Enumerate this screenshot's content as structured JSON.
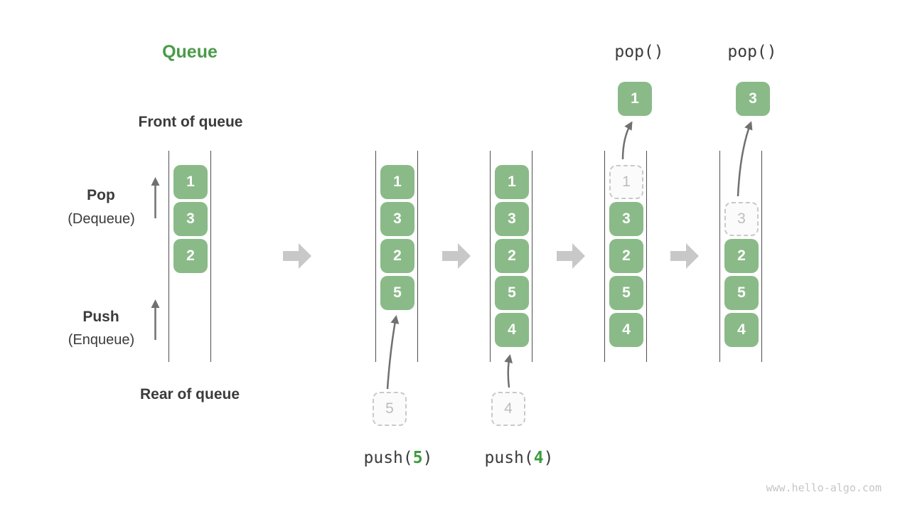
{
  "title": "Queue",
  "labels": {
    "front_of_queue": "Front of queue",
    "rear_of_queue": "Rear of queue",
    "pop_name": "Pop",
    "pop_alias": "(Dequeue)",
    "push_name": "Push",
    "push_alias": "(Enqueue)"
  },
  "states": [
    {
      "cells": [
        {
          "value": "1",
          "style": "solid"
        },
        {
          "value": "3",
          "style": "solid"
        },
        {
          "value": "2",
          "style": "solid"
        }
      ]
    },
    {
      "cells": [
        {
          "value": "1",
          "style": "solid"
        },
        {
          "value": "3",
          "style": "solid"
        },
        {
          "value": "2",
          "style": "solid"
        },
        {
          "value": "5",
          "style": "solid"
        }
      ]
    },
    {
      "cells": [
        {
          "value": "1",
          "style": "solid"
        },
        {
          "value": "3",
          "style": "solid"
        },
        {
          "value": "2",
          "style": "solid"
        },
        {
          "value": "5",
          "style": "solid"
        },
        {
          "value": "4",
          "style": "solid"
        }
      ]
    },
    {
      "cells": [
        {
          "value": "1",
          "style": "dashed"
        },
        {
          "value": "3",
          "style": "solid"
        },
        {
          "value": "2",
          "style": "solid"
        },
        {
          "value": "5",
          "style": "solid"
        },
        {
          "value": "4",
          "style": "solid"
        }
      ]
    },
    {
      "cells": [
        {
          "value": "3",
          "style": "dashed"
        },
        {
          "value": "2",
          "style": "solid"
        },
        {
          "value": "5",
          "style": "solid"
        },
        {
          "value": "4",
          "style": "solid"
        }
      ]
    }
  ],
  "operations": {
    "push_ops": [
      {
        "prefix": "push(",
        "value": "5",
        "suffix": ")"
      },
      {
        "prefix": "push(",
        "value": "4",
        "suffix": ")"
      }
    ],
    "pop_ops": [
      {
        "label": "pop()",
        "popped_value": "1"
      },
      {
        "label": "pop()",
        "popped_value": "3"
      }
    ]
  },
  "watermark": "www.hello-algo.com",
  "colors": {
    "accent_green": "#4A9B4A",
    "push_value_green": "#3E9B3E",
    "box_green": "#8ABA88",
    "box_text": "#FFFFFF",
    "text_dark": "#3B3B3B",
    "thin_arrow_gray": "#707070",
    "block_arrow_gray": "#C8C8C8",
    "dashed_border_gray": "#C9C9C9",
    "dashed_text_gray": "#BDBDBD",
    "column_line": "#4E4E4E",
    "watermark_gray": "#C6C6C6",
    "background": "#FFFFFF"
  }
}
